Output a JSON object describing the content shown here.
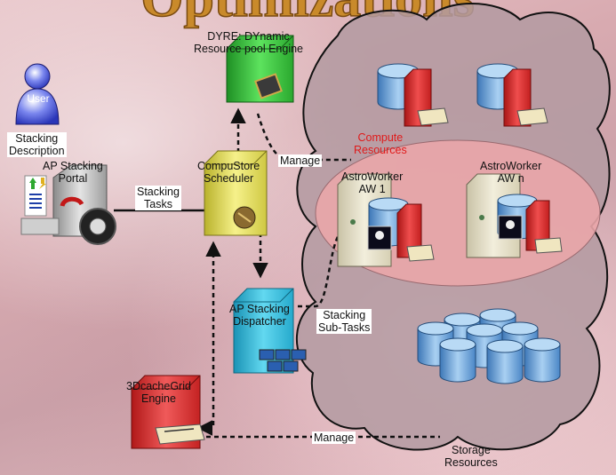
{
  "banner": {
    "text": "Optimizations"
  },
  "user": {
    "label": "User"
  },
  "labels": {
    "stacking_description": "Stacking\nDescription",
    "ap_stacking_portal": "AP Stacking\nPortal",
    "stacking_tasks": "Stacking\nTasks",
    "dyre": "DYRE: DYnamic\nResource pool Engine",
    "manage_top": "Manage",
    "compute_resources": "Compute\nResources",
    "compustore": "CompuStore\nScheduler",
    "astroworker_1": "AstroWorker\nAW 1",
    "astroworker_n": "AstroWorker\nAW n",
    "ap_stacking_dispatcher": "AP Stacking\nDispatcher",
    "stacking_subtasks": "Stacking\nSub-Tasks",
    "datacache": "3DcacheGrid\nEngine",
    "manage_bottom": "Manage",
    "storage_resources": "Storage\nResources"
  },
  "colors": {
    "dyre": "#35c83a",
    "compustore": "#e8e25a",
    "dispatcher": "#2ec0de",
    "datacache": "#e23030",
    "db_blue": "#5a9ad6",
    "db_red": "#d92a2a",
    "cloud": "#b8a0a8",
    "cloud_inner": "#e9a8ac"
  }
}
